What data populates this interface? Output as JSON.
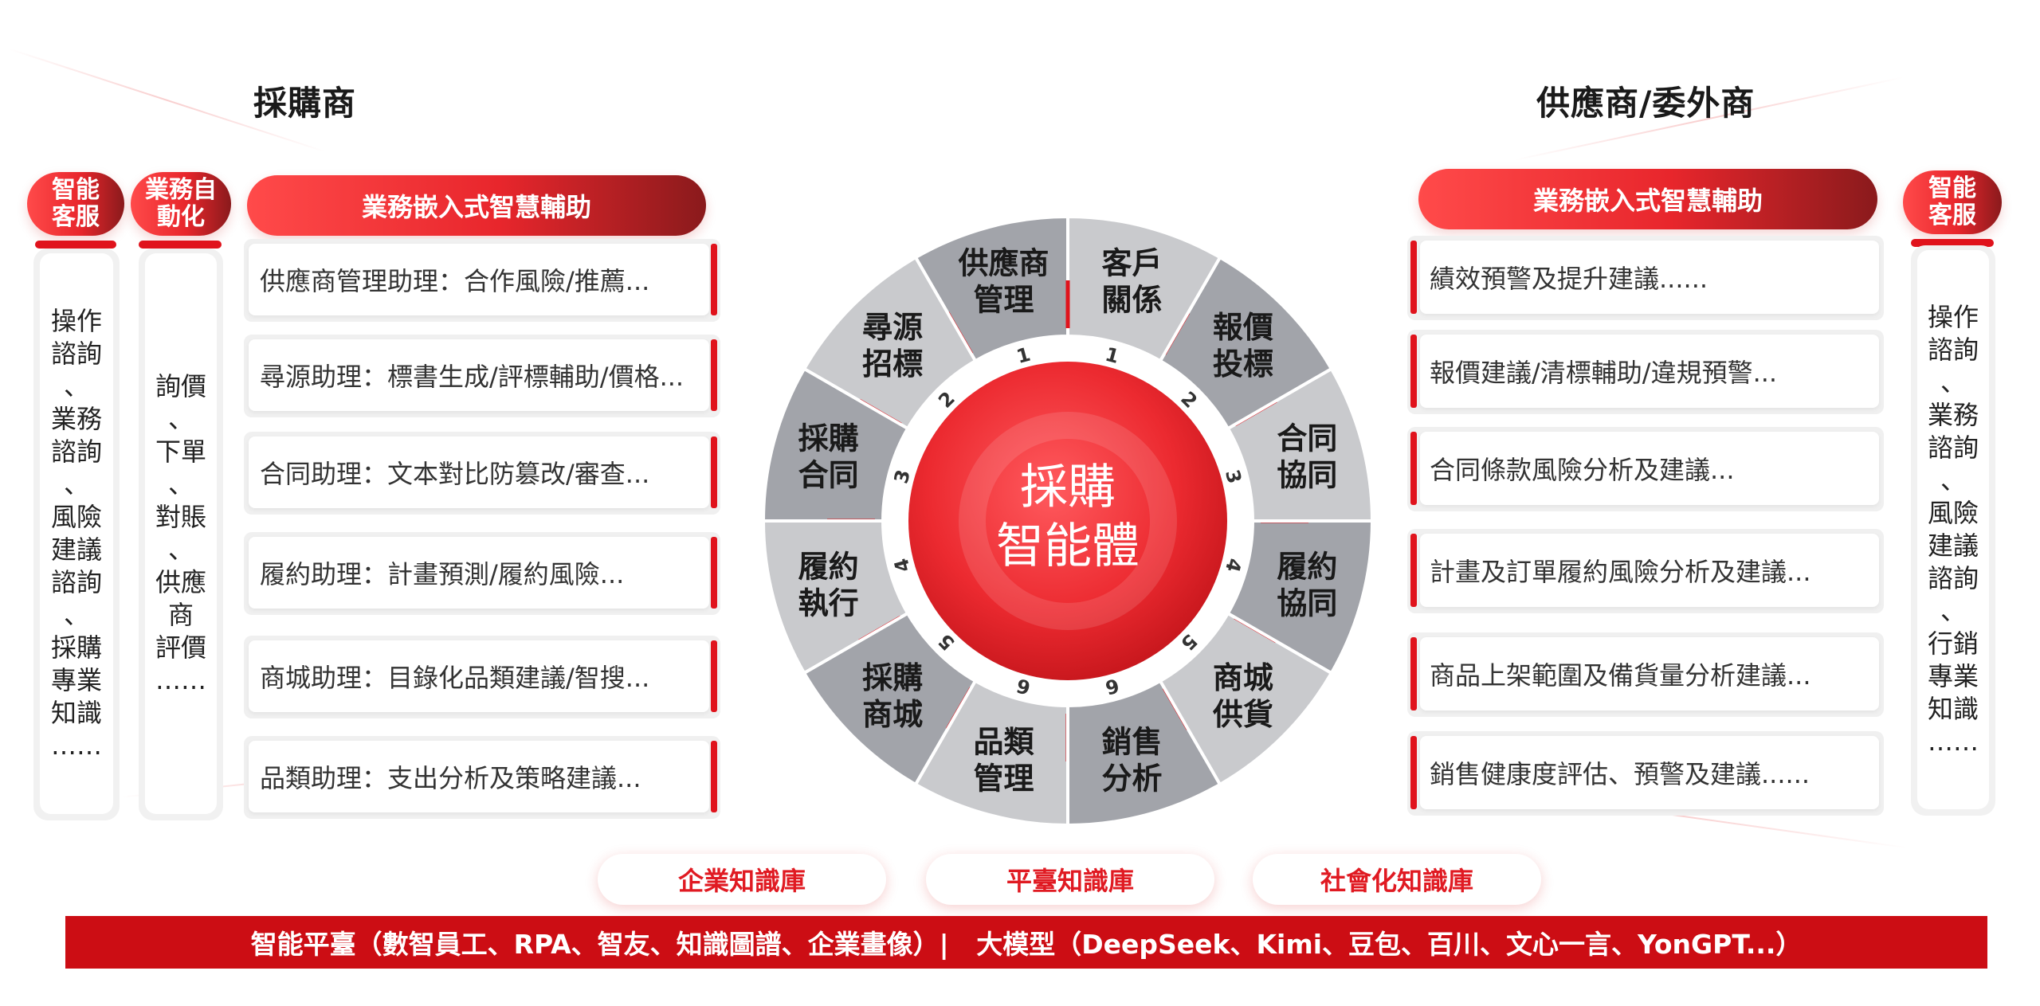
{
  "left": {
    "title": "採購商",
    "cs_head": "智能客服",
    "auto_head": "業務自動化",
    "assist_head": "業務嵌入式智慧輔助",
    "cs_items": "操作\n諮詢\n、\n業務\n諮詢\n、\n風險\n建議\n諮詢\n、\n採購\n專業\n知識\n……",
    "auto_items": "詢價\n、\n下單\n、\n對賬\n、\n供應\n商\n評價\n……",
    "cards": [
      "供應商管理助理：合作風險/推薦...",
      "尋源助理：標書生成/評標輔助/價格...",
      "合同助理：文本對比防篡改/審查...",
      "履約助理：計畫預測/履約風險...",
      "商城助理：目錄化品類建議/智搜...",
      "品類助理：支出分析及策略建議..."
    ]
  },
  "right": {
    "title": "供應商/委外商",
    "assist_head": "業務嵌入式智慧輔助",
    "cs_head": "智能客服",
    "cs_items": "操作\n諮詢\n、\n業務\n諮詢\n、\n風險\n建議\n諮詢\n、\n行銷\n專業\n知識\n……",
    "cards": [
      "績效預警及提升建議......",
      "報價建議/清標輔助/違規預警...",
      "合同條款風險分析及建議...",
      "計畫及訂單履約風險分析及建議...",
      "商品上架範圍及備貨量分析建議...",
      "銷售健康度評估、預警及建議......"
    ]
  },
  "wheel": {
    "center": "採購\n智能體",
    "segments": [
      {
        "label": "供應商\n管理",
        "num": "1"
      },
      {
        "label": "尋源\n招標",
        "num": "2"
      },
      {
        "label": "採購\n合同",
        "num": "3"
      },
      {
        "label": "履約\n執行",
        "num": "4"
      },
      {
        "label": "採購\n商城",
        "num": "5"
      },
      {
        "label": "品類\n管理",
        "num": "6"
      },
      {
        "label": "銷售\n分析",
        "num": "6"
      },
      {
        "label": "商城\n供貨",
        "num": "5"
      },
      {
        "label": "履約\n協同",
        "num": "4"
      },
      {
        "label": "合同\n協同",
        "num": "3"
      },
      {
        "label": "報價\n投標",
        "num": "2"
      },
      {
        "label": "客戶\n關係",
        "num": "1"
      }
    ]
  },
  "knowledge": [
    "企業知識庫",
    "平臺知識庫",
    "社會化知識庫"
  ],
  "footer": "智能平臺（數智員工、RPA、智友、知識圖譜、企業畫像）|   大模型（DeepSeek、Kimi、豆包、百川、文心一言、YonGPT...）",
  "colors": {
    "accent": "#e0131c",
    "segment_light": "#c9cacd",
    "segment_dark": "#a2a4aa"
  }
}
